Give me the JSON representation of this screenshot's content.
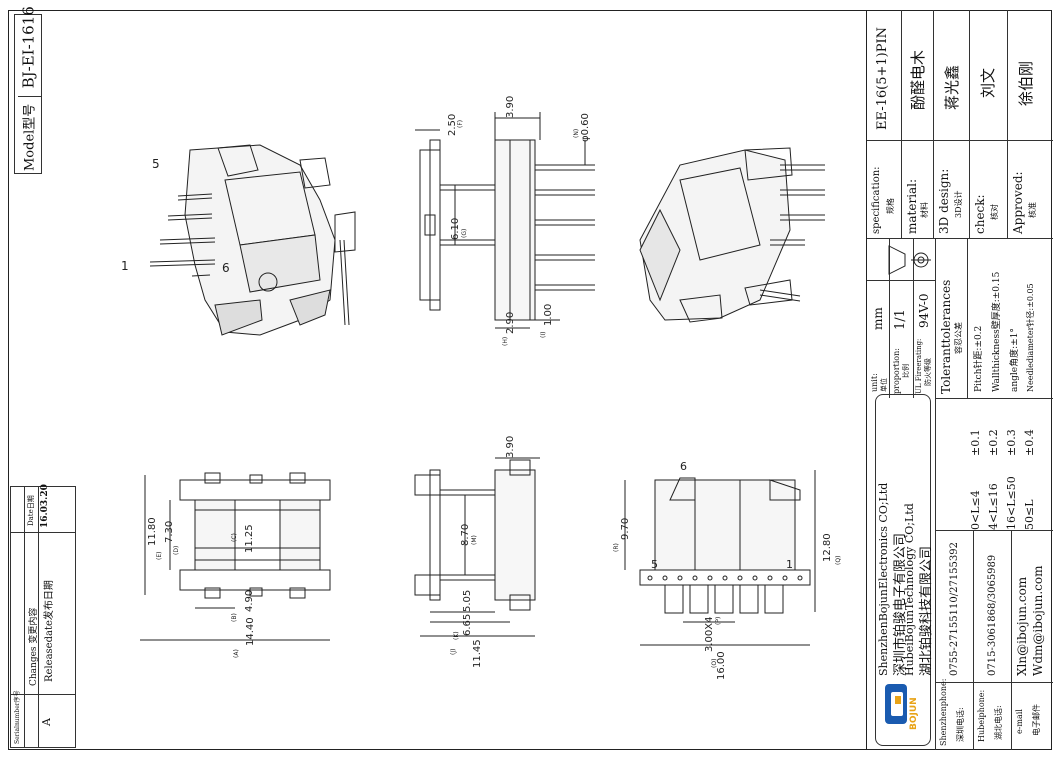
{
  "model": {
    "label": "Model型号",
    "value": "BJ-EI-1616"
  },
  "changes": {
    "serial_header": "Serialnumber序号",
    "changes_header": "Changes 变更内容",
    "date_header": "Date日期",
    "row_serial": "A",
    "row_change": "Releasedate发布日期",
    "row_date": "16.03.20"
  },
  "views": {
    "pin_label_1": "1",
    "pin_label_5": "5",
    "pin_label_6": "6",
    "side_dims": {
      "d_3_90": "3.90",
      "d_2_50": "2.50",
      "d_2_50_tag": "(F)",
      "d_0_60": "φ0.60",
      "d_0_60_tag": "(N)",
      "d_6_10": "6.10",
      "d_6_10_tag": "(G)",
      "d_2_90": "2.90",
      "d_2_90_tag": "(H)",
      "d_1_00": "1.00",
      "d_1_00_tag": "(I)"
    },
    "front_dims": {
      "d_11_80": "11.80",
      "d_11_80_tag": "(E)",
      "d_7_30": "7.30",
      "d_7_30_tag": "(D)",
      "d_11_25": "11.25",
      "d_11_25_tag": "(C)",
      "d_4_90": "4.90",
      "d_4_90_tag": "(B)",
      "d_14_40": "14.40",
      "d_14_40_tag": "(A)"
    },
    "mid_dims": {
      "d_3_90": "3.90",
      "d_8_70": "8.70",
      "d_8_70_tag": "(M)",
      "d_5_05": "5.05",
      "d_6_65": "6.65",
      "d_6_65_tag": "(K)",
      "d_11_45": "11.45",
      "d_11_45_tag": "(J)"
    },
    "bottom_dims": {
      "d_9_70": "9.70",
      "d_9_70_tag": "(R)",
      "d_12_80": "12.80",
      "d_12_80_tag": "(Q)",
      "d_3_00x4": "3.00X4",
      "d_3_00x4_tag": "(P)",
      "d_16_00": "16.00",
      "d_16_00_tag": "(O)",
      "pin_5": "5",
      "pin_1": "1",
      "pin_6": "6"
    }
  },
  "title_block": {
    "specification_label": "specification:",
    "specification_cn": "规格",
    "specification_value": "EE-16(5+1)PIN",
    "material_label": "material:",
    "material_cn": "材料",
    "material_value": "酚醛电木",
    "design_label": "3D design:",
    "design_cn": "3D设计",
    "design_value": "蒋光鑫",
    "check_label": "check:",
    "check_cn": "核对",
    "check_value": "刘文",
    "approved_label": "Approved:",
    "approved_cn": "核准",
    "approved_value": "徐伯刚",
    "unit_label": "unit:",
    "unit_cn": "单位",
    "unit_value": "mm",
    "proportion_label": "proportion:",
    "proportion_cn": "比例",
    "proportion_value": "1/1",
    "fire_label": "UL Fireerating:",
    "fire_cn": "防火等级",
    "fire_value": "94V-0",
    "tolerances_label": "Toleranttolerances",
    "tolerances_cn": "容忍公差",
    "tol_rows": [
      "0<L≤4",
      "4<L≤16",
      "16<L≤50",
      "50≤L"
    ],
    "tol_vals": [
      "±0.1",
      "±0.2",
      "±0.3",
      "±0.4"
    ],
    "pitch": "Pitch针距:±0.2",
    "wall": "Wallthickness壁厚度:±0.15",
    "angle": "angle角度:±1°",
    "needle": "Needlediameter针径:±0.05",
    "company_en1": "ShenzhenBojunElectronics CO;Ltd",
    "company_cn1": "深圳市铂骏电子有限公司",
    "company_en2": "HubeiBojunTechnology CO;Ltd",
    "company_cn2": "湖北铂骏科技有限公司",
    "logo_text": "BOJUN",
    "sz_phone_label": "Shenzhenphone:",
    "sz_phone_cn": "深圳电话:",
    "sz_phone": "0755-27155110/27155392",
    "hb_phone_label": "Hubeiphone:",
    "hb_phone_cn": "湖北电话:",
    "hb_phone": "0715-3061868/3065989",
    "email_label": "e-mail",
    "email_cn": "电子邮件",
    "email_1": "Xln@ibojun.com",
    "email_2": "Wdm@ibojun.com"
  }
}
